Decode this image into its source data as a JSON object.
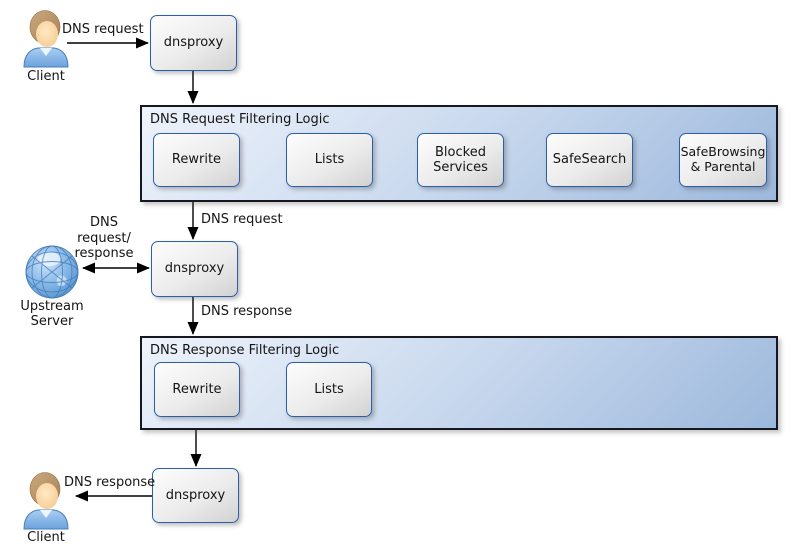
{
  "diagram": {
    "colors": {
      "node_border": "#2c5fa8",
      "node_fill_light": "#fdfdfd",
      "node_fill_dark": "#d2d2d2",
      "pipeline_border": "#17171f",
      "pipeline_fill_light": "#eef3fb",
      "pipeline_fill_dark": "#9cb8dc",
      "arrow": "#000000"
    },
    "actors": {
      "client_top": {
        "label": "Client"
      },
      "upstream_server": {
        "label": "Upstream Server"
      },
      "client_bottom": {
        "label": "Client"
      }
    },
    "nodes": {
      "dnsproxy_top": {
        "label": "dnsproxy"
      },
      "dnsproxy_middle": {
        "label": "dnsproxy"
      },
      "dnsproxy_bottom": {
        "label": "dnsproxy"
      }
    },
    "request_pipeline": {
      "title": "DNS Request Filtering Logic",
      "steps": [
        "Rewrite",
        "Lists",
        "Blocked\nServices",
        "SafeSearch",
        "SafeBrowsing\n& Parental"
      ]
    },
    "response_pipeline": {
      "title": "DNS Response Filtering Logic",
      "steps": [
        "Rewrite",
        "Lists"
      ]
    },
    "edge_labels": {
      "client_to_proxy": "DNS request",
      "pipeline_to_proxy": "DNS request",
      "upstream_exchange": "DNS\nrequest/\nresponse",
      "proxy_to_response_pipeline": "DNS response",
      "proxy_to_client": "DNS response"
    }
  }
}
